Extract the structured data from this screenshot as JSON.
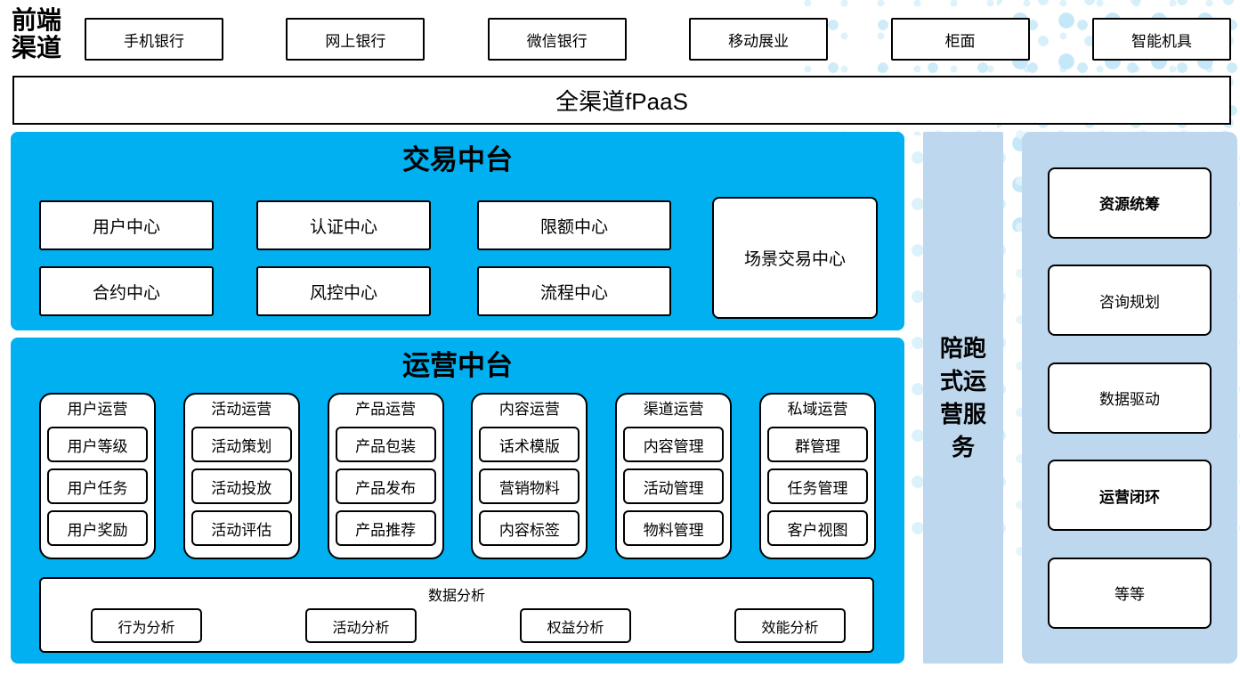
{
  "front_channels": {
    "label": "前端渠道",
    "items": [
      "手机银行",
      "网上银行",
      "微信银行",
      "移动展业",
      "柜面",
      "智能机具"
    ]
  },
  "fpaas": {
    "label": "全渠道fPaaS"
  },
  "trade_platform": {
    "title": "交易中台",
    "row1": [
      "用户中心",
      "认证中心",
      "限额中心"
    ],
    "row2": [
      "合约中心",
      "风控中心",
      "流程中心"
    ],
    "tall_box": "场景交易中心"
  },
  "operation_platform": {
    "title": "运营中台",
    "groups": [
      {
        "title": "用户运营",
        "items": [
          "用户等级",
          "用户任务",
          "用户奖励"
        ]
      },
      {
        "title": "活动运营",
        "items": [
          "活动策划",
          "活动投放",
          "活动评估"
        ]
      },
      {
        "title": "产品运营",
        "items": [
          "产品包装",
          "产品发布",
          "产品推荐"
        ]
      },
      {
        "title": "内容运营",
        "items": [
          "话术模版",
          "营销物料",
          "内容标签"
        ]
      },
      {
        "title": "渠道运营",
        "items": [
          "内容管理",
          "活动管理",
          "物料管理"
        ]
      },
      {
        "title": "私域运营",
        "items": [
          "群管理",
          "任务管理",
          "客户视图"
        ]
      }
    ],
    "analysis": {
      "title": "数据分析",
      "items": [
        "行为分析",
        "活动分析",
        "权益分析",
        "效能分析"
      ]
    }
  },
  "side_strip": {
    "label": "陪跑式运营服务"
  },
  "right_panel": {
    "items": [
      "资源统筹",
      "咨询规划",
      "数据驱动",
      "运营闭环",
      "等等"
    ]
  },
  "colors": {
    "panel_blue": "#00B0F0",
    "light_blue": "#BDD7EE",
    "dot_blue": "#C5E8F7",
    "border_black": "#000000"
  }
}
